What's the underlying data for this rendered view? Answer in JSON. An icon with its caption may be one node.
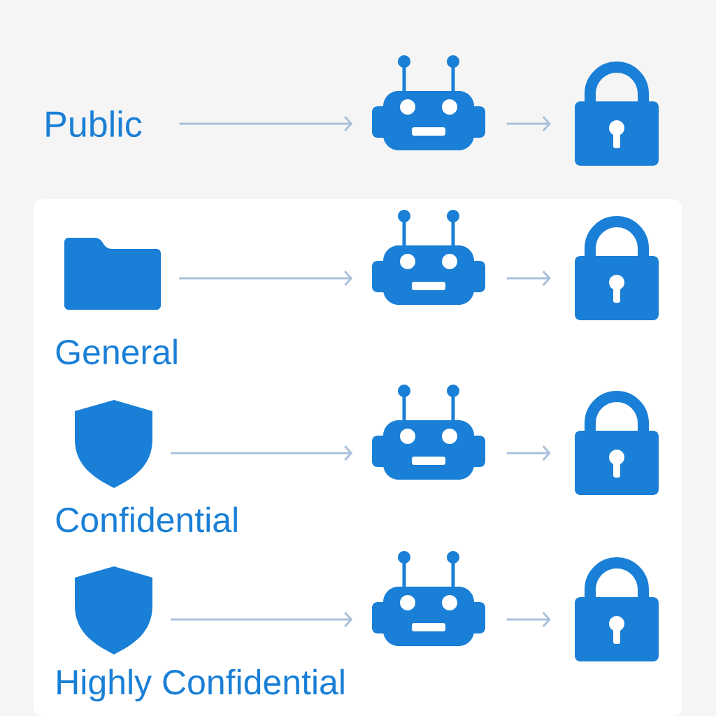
{
  "diagram": {
    "nodes": [
      {
        "text": [
          "Public"
        ]
      },
      {
        "text": [],
        "shape": "robot"
      },
      {
        "text": [],
        "shape": "padlock"
      },
      {
        "text": [
          "General"
        ]
      },
      {
        "text": [],
        "shape": "robot"
      },
      {
        "text": [],
        "shape": "padlock"
      },
      {
        "text": [
          "Confidential"
        ]
      },
      {
        "text": [],
        "shape": "robot"
      },
      {
        "text": [],
        "shape": "padlock"
      },
      {
        "text": [
          "Highly Confidential"
        ]
      },
      {
        "text": [],
        "shape": "robot"
      },
      {
        "text": [],
        "shape": "padlock"
      }
    ],
    "edges": [
      {
        "from": 0,
        "to": 1,
        "arrow": "to"
      },
      {
        "from": 1,
        "to": 2,
        "arrow": "to"
      },
      {
        "from": 3,
        "to": 4,
        "arrow": "to"
      },
      {
        "from": 4,
        "to": 5,
        "arrow": "to"
      },
      {
        "from": 6,
        "to": 7,
        "arrow": "to"
      },
      {
        "from": 7,
        "to": 8,
        "arrow": "to"
      },
      {
        "from": 9,
        "to": 10,
        "arrow": "to"
      },
      {
        "from": 10,
        "to": 11,
        "arrow": "to"
      }
    ]
  }
}
